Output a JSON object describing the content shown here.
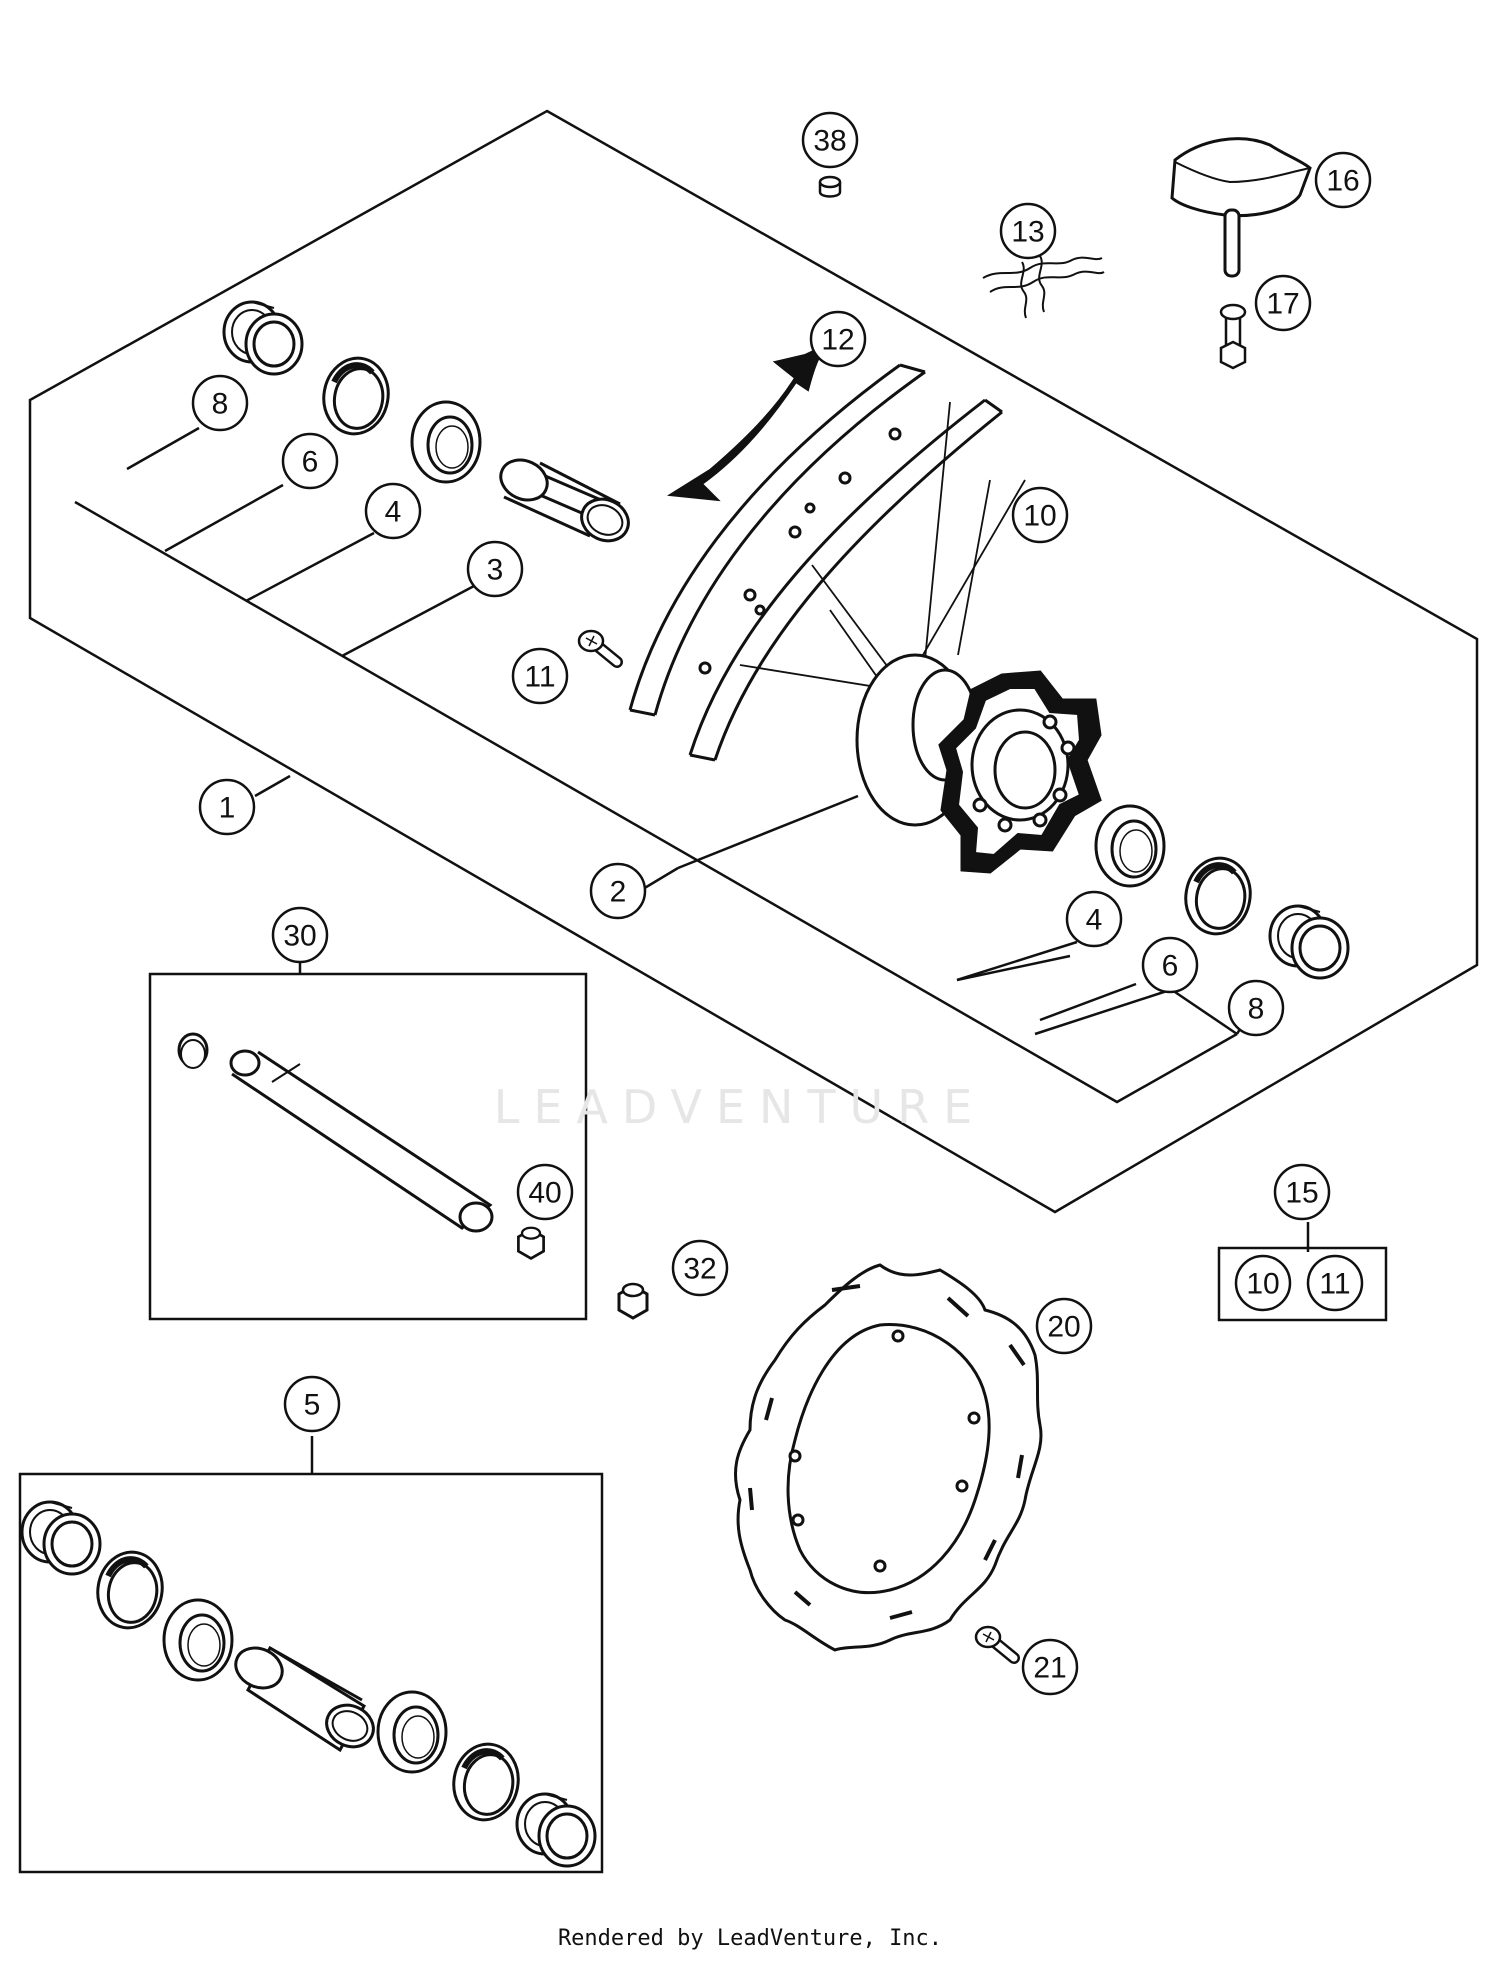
{
  "callouts": {
    "c1": "1",
    "c2": "2",
    "c3": "3",
    "c4a": "4",
    "c4b": "4",
    "c5": "5",
    "c6a": "6",
    "c6b": "6",
    "c8a": "8",
    "c8b": "8",
    "c10a": "10",
    "c10b": "10",
    "c11a": "11",
    "c11b": "11",
    "c12": "12",
    "c13": "13",
    "c15": "15",
    "c16": "16",
    "c17": "17",
    "c20": "20",
    "c21": "21",
    "c30": "30",
    "c32": "32",
    "c38": "38",
    "c40": "40"
  },
  "watermark": "LEADVENTURE",
  "footer": "Rendered by LeadVenture, Inc."
}
